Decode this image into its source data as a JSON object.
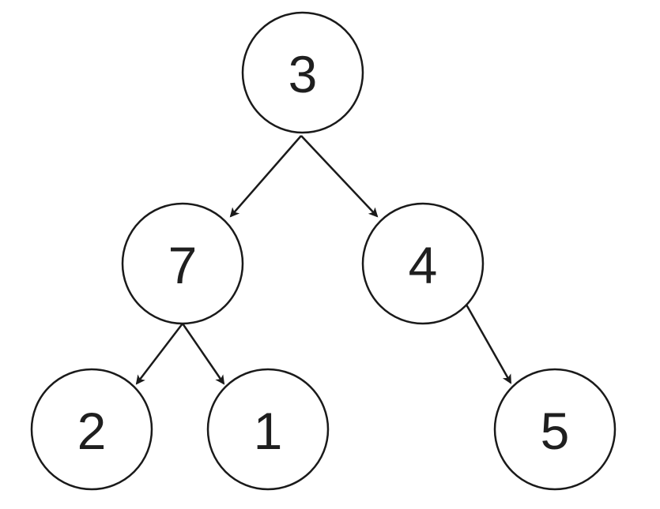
{
  "tree": {
    "nodes": [
      {
        "id": "n3",
        "label": "3"
      },
      {
        "id": "n7",
        "label": "7"
      },
      {
        "id": "n4",
        "label": "4"
      },
      {
        "id": "n2",
        "label": "2"
      },
      {
        "id": "n1",
        "label": "1"
      },
      {
        "id": "n5",
        "label": "5"
      }
    ],
    "edges": [
      {
        "from": "n3",
        "to": "n7"
      },
      {
        "from": "n3",
        "to": "n4"
      },
      {
        "from": "n7",
        "to": "n2"
      },
      {
        "from": "n7",
        "to": "n1"
      },
      {
        "from": "n4",
        "to": "n5"
      }
    ]
  }
}
